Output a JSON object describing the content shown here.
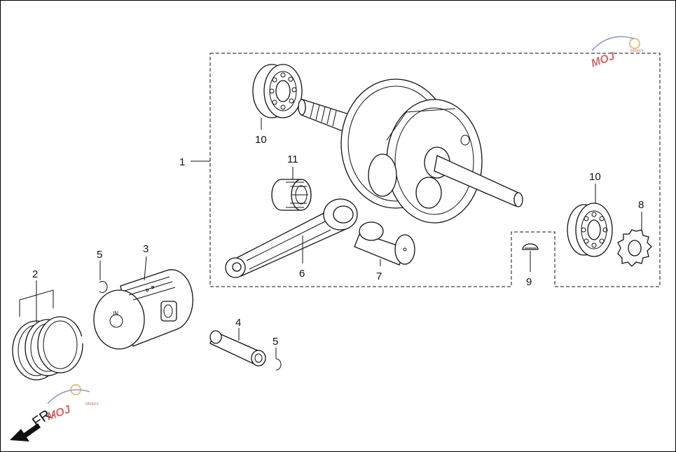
{
  "callouts": [
    {
      "id": "1",
      "label": "1"
    },
    {
      "id": "2",
      "label": "2"
    },
    {
      "id": "3",
      "label": "3"
    },
    {
      "id": "4",
      "label": "4"
    },
    {
      "id": "5a",
      "label": "5"
    },
    {
      "id": "5b",
      "label": "5"
    },
    {
      "id": "6",
      "label": "6"
    },
    {
      "id": "7",
      "label": "7"
    },
    {
      "id": "8",
      "label": "8"
    },
    {
      "id": "9",
      "label": "9"
    },
    {
      "id": "10a",
      "label": "10"
    },
    {
      "id": "10b",
      "label": "10"
    },
    {
      "id": "11",
      "label": "11"
    }
  ],
  "piston_marking": "IN",
  "direction_label": "FR.",
  "watermark": {
    "text": "MOJ",
    "subtext": "Motors"
  },
  "colors": {
    "line": "#111111",
    "watermark": "#c23a3a"
  }
}
